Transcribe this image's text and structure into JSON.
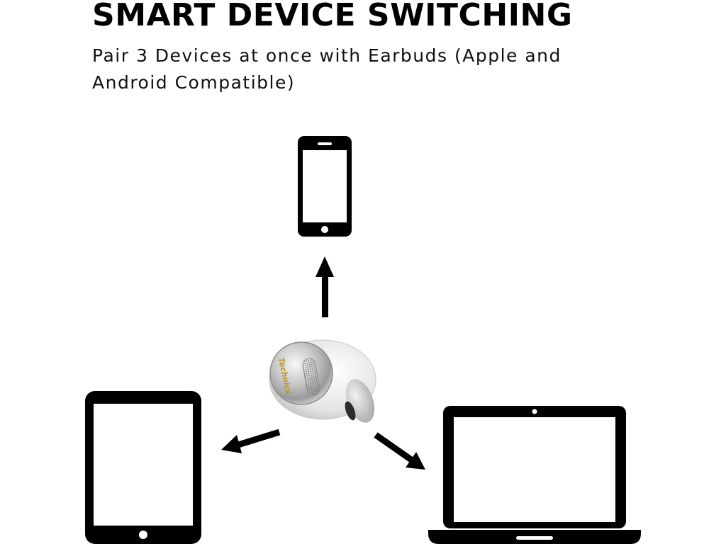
{
  "header": {
    "title": "SMART DEVICE SWITCHING",
    "subtitle": "Pair 3 Devices at once with Earbuds (Apple and Android Compatible)"
  },
  "diagram": {
    "center": {
      "icon": "earbud-icon",
      "brand": "Technics",
      "brand_color": "#b89a2a"
    },
    "devices": [
      {
        "icon": "smartphone-icon"
      },
      {
        "icon": "tablet-icon"
      },
      {
        "icon": "laptop-icon"
      }
    ],
    "arrows": [
      "arrow-up-icon",
      "arrow-left-icon",
      "arrow-right-icon"
    ],
    "line_color": "#000000"
  }
}
